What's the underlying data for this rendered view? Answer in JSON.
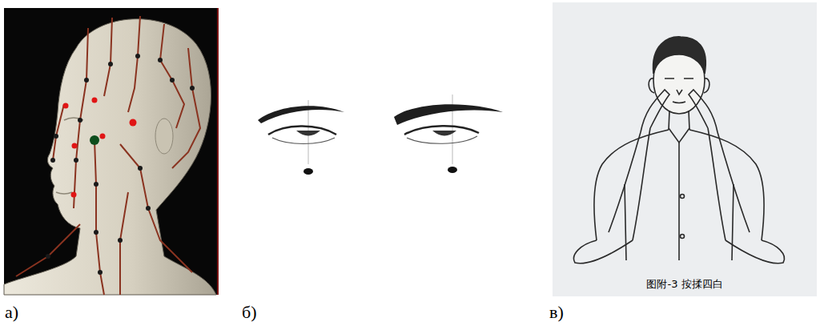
{
  "diagram": {
    "labels": [
      "а)",
      "б)",
      "в)",
      "图附-3 按揉四白"
    ]
  }
}
